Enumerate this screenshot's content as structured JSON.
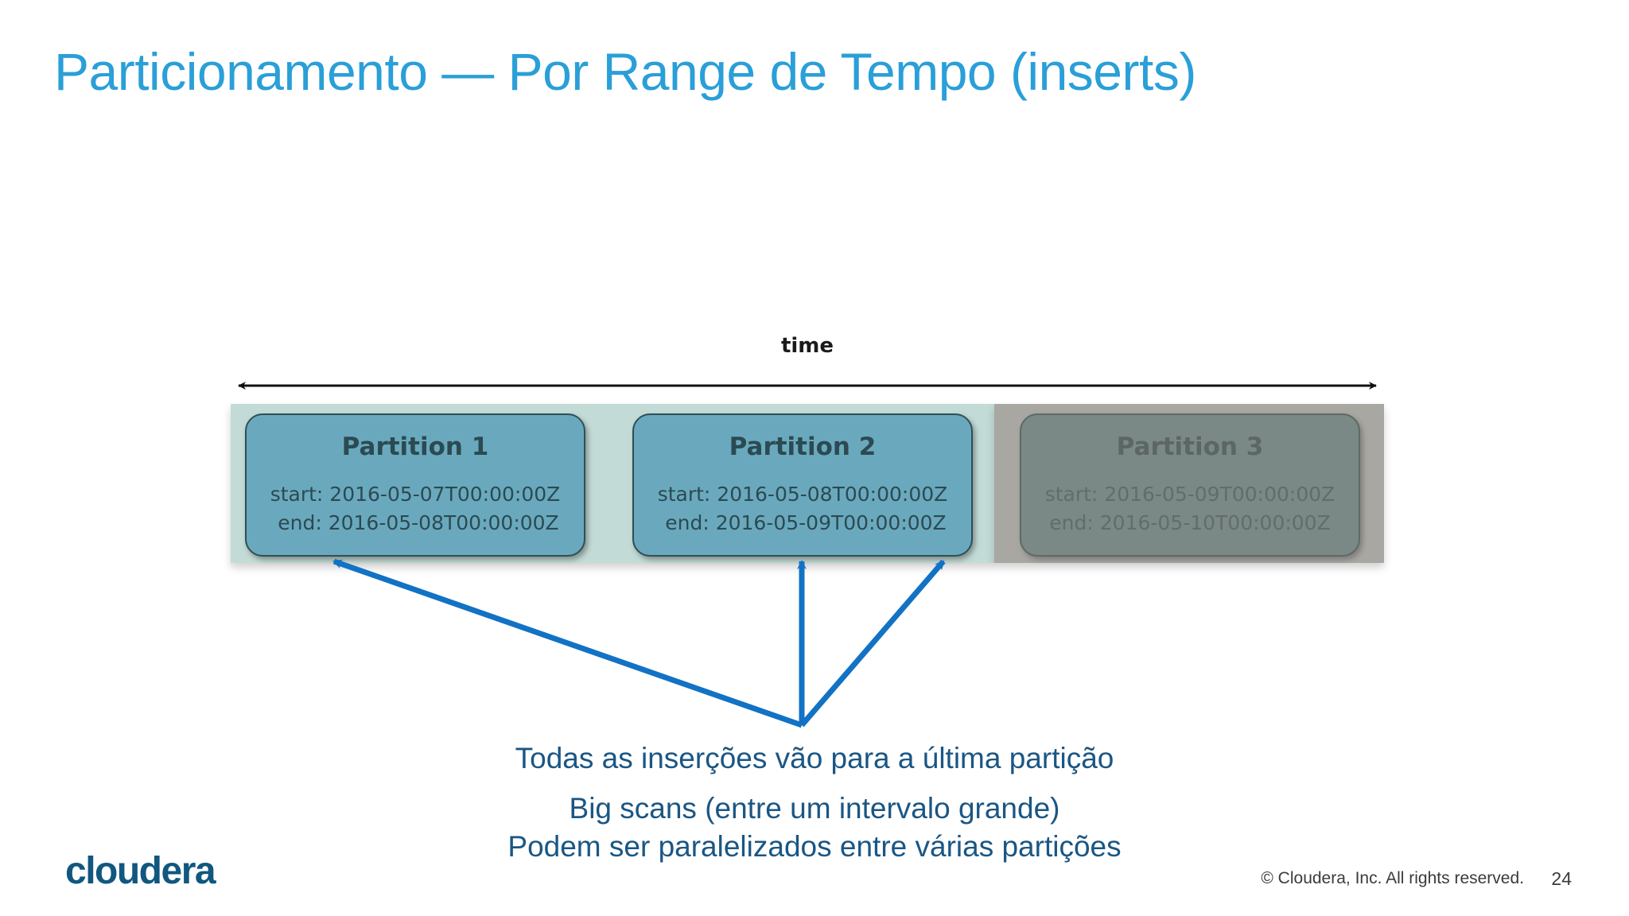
{
  "slide": {
    "title": "Particionamento — Por Range de Tempo (inserts)",
    "title_color": "#2a9fd8"
  },
  "diagram": {
    "axis_label": "time",
    "axis_arrow": "double-headed-horizontal-arrow",
    "active_band_color": "#c3dbd6",
    "dimmed_band_color": "#a9a7a2",
    "partitions": [
      {
        "name": "Partition 1",
        "range": "start: 2016-05-07T00:00:00Z\n end: 2016-05-08T00:00:00Z",
        "start": "2016-05-07T00:00:00Z",
        "end": "2016-05-08T00:00:00Z",
        "state": "active",
        "fill": "#6aa9bd"
      },
      {
        "name": "Partition 2",
        "range": "start: 2016-05-08T00:00:00Z\n end: 2016-05-09T00:00:00Z",
        "start": "2016-05-08T00:00:00Z",
        "end": "2016-05-09T00:00:00Z",
        "state": "active",
        "fill": "#6aa9bd"
      },
      {
        "name": "Partition 3",
        "range": "start: 2016-05-09T00:00:00Z\nend: 2016-05-10T00:00:00Z",
        "start": "2016-05-09T00:00:00Z",
        "end": "2016-05-10T00:00:00Z",
        "state": "dimmed",
        "fill": "#7a8886"
      }
    ],
    "arrows": {
      "color": "#1272c4",
      "count": 3,
      "description": "three arrows converging from one point to each partition"
    }
  },
  "caption": {
    "line_1": "Todas as inserções vão para a última partição",
    "line_2": "Big scans (entre um intervalo grande)",
    "line_3": "Podem ser paralelizados entre várias partições",
    "color": "#1a5684"
  },
  "footer": {
    "logo": "cloudera",
    "copyright": "© Cloudera, Inc. All rights reserved.",
    "page_number": "24"
  }
}
